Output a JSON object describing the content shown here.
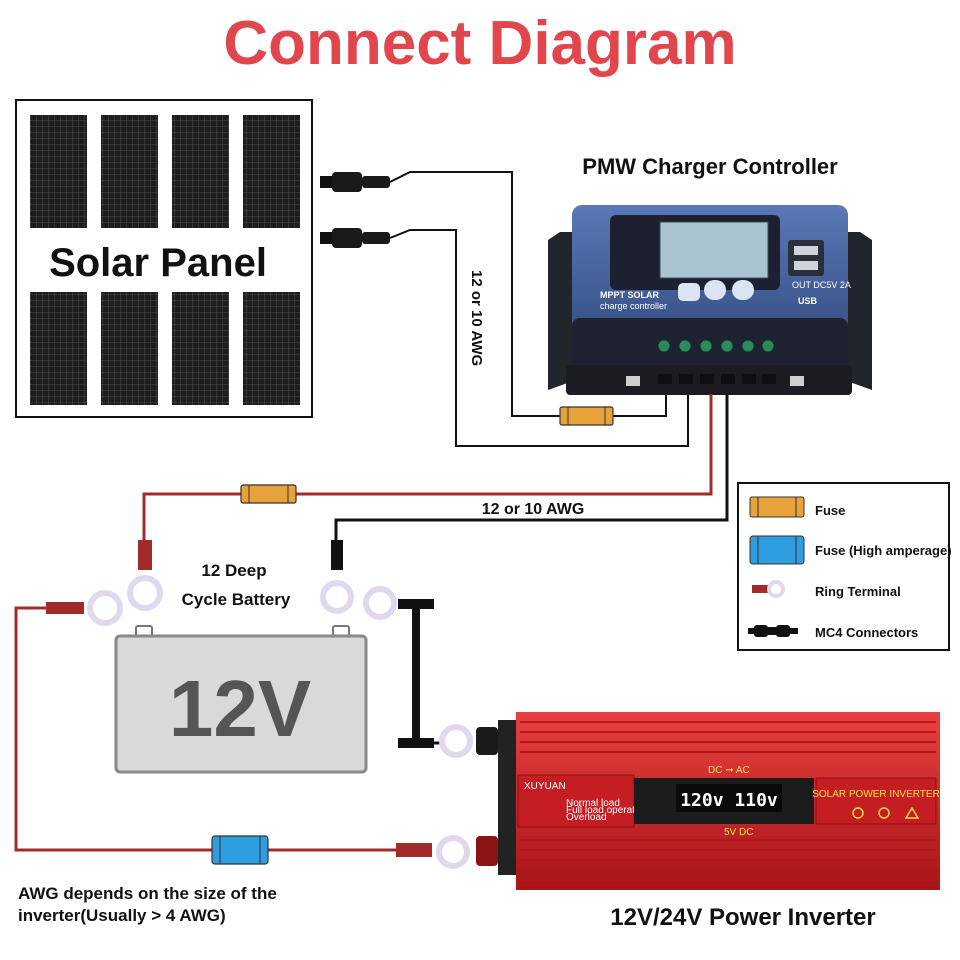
{
  "title": "Connect Diagram",
  "solar_panel": {
    "label": "Solar Panel"
  },
  "controller": {
    "title": "PMW Charger Controller",
    "brand_line1": "MPPT SOLAR",
    "brand_line2": "charge controller",
    "usb_label": "OUT DC5V 2A",
    "usb_logo": "USB"
  },
  "wire_labels": {
    "vertical": "12 or 10 AWG",
    "horizontal": "12 or 10 AWG"
  },
  "battery": {
    "label_line1": "12 Deep",
    "label_line2": "Cycle Battery",
    "voltage": "12V"
  },
  "legend": {
    "items": [
      {
        "icon": "fuse-icon",
        "label": "Fuse",
        "color": "#e8a23a"
      },
      {
        "icon": "fuse-high-amp-icon",
        "label": "Fuse (High amperage)",
        "color": "#2f9ee0"
      },
      {
        "icon": "ring-terminal-icon",
        "label": "Ring Terminal",
        "color": "#a12a2a"
      },
      {
        "icon": "mc4-connector-icon",
        "label": "MC4 Connectors",
        "color": "#111111"
      }
    ]
  },
  "inverter": {
    "caption": "12V/24V Power Inverter",
    "brand": "XUYUAN",
    "dc_ac": "DC ➞ AC",
    "lcd_value": "120v 110v",
    "panel_text": "SOLAR POWER INVERTER",
    "status_1": "Normal load",
    "status_2": "Full load operation",
    "status_3": "Overload",
    "usb_text": "5V DC",
    "body_color": "#d8262c"
  },
  "note": {
    "line1": "AWG depends on the size of the",
    "line2": "inverter(Usually > 4 AWG)"
  }
}
